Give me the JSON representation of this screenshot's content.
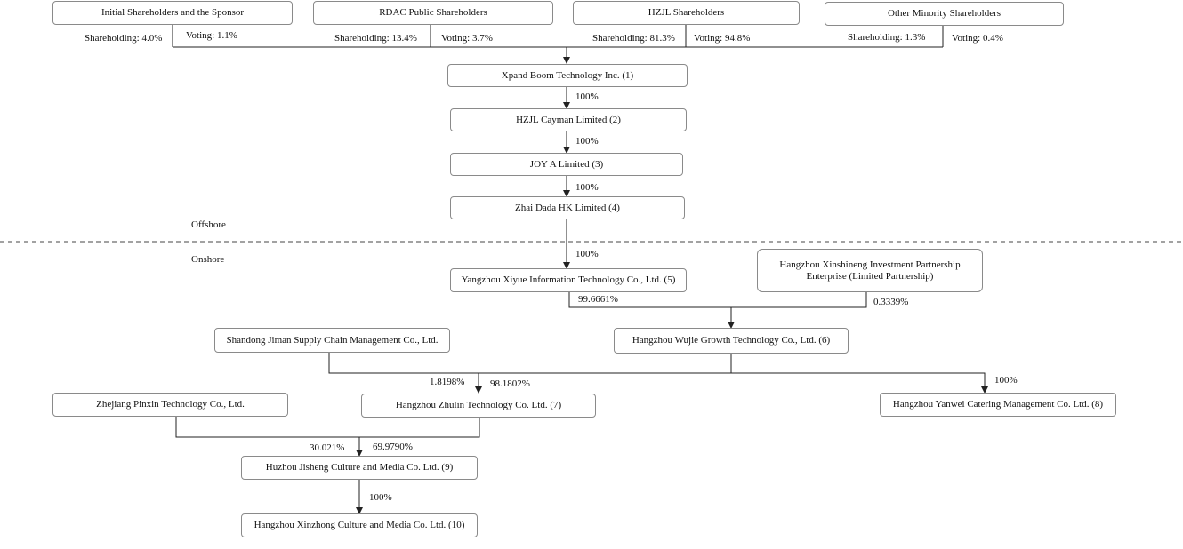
{
  "shareholders": {
    "initial": {
      "name": "Initial Shareholders and the Sponsor",
      "shareholding": "Shareholding: 4.0%",
      "voting": "Voting: 1.1%"
    },
    "rdac": {
      "name": "RDAC Public Shareholders",
      "shareholding": "Shareholding: 13.4%",
      "voting": "Voting: 3.7%"
    },
    "hzjl": {
      "name": "HZJL Shareholders",
      "shareholding": "Shareholding: 81.3%",
      "voting": "Voting: 94.8%"
    },
    "other": {
      "name": "Other Minority Shareholders",
      "shareholding": "Shareholding: 1.3%",
      "voting": "Voting: 0.4%"
    }
  },
  "entities": {
    "xpand": "Xpand Boom Technology Inc. (1)",
    "hzjl_cayman": "HZJL Cayman Limited (2)",
    "joy_a": "JOY A Limited (3)",
    "zhai_dada": "Zhai Dada HK Limited (4)",
    "yangzhou": "Yangzhou Xiyue Information Technology Co., Ltd. (5)",
    "xinshineng": "Hangzhou Xinshineng Investment Partnership Enterprise (Limited Partnership)",
    "wujie": "Hangzhou Wujie Growth Technology Co., Ltd. (6)",
    "shandong": "Shandong Jiman Supply Chain Management Co., Ltd.",
    "zhulin": "Hangzhou Zhulin Technology Co. Ltd. (7)",
    "yanwei": "Hangzhou Yanwei Catering Management Co. Ltd. (8)",
    "pinxin": "Zhejiang Pinxin Technology Co., Ltd.",
    "jisheng": "Huzhou Jisheng Culture and Media Co. Ltd. (9)",
    "xinzhong": "Hangzhou Xinzhong Culture and Media Co. Ltd. (10)"
  },
  "percentages": {
    "xpand_to_cayman": "100%",
    "cayman_to_joy": "100%",
    "joy_to_zhai": "100%",
    "zhai_to_yangzhou": "100%",
    "yangzhou_to_wujie": "99.6661%",
    "xinshineng_to_wujie": "0.3339%",
    "shandong_to_zhulin": "1.8198%",
    "wujie_to_zhulin": "98.1802%",
    "wujie_to_yanwei": "100%",
    "pinxin_to_jisheng": "30.021%",
    "zhulin_to_jisheng": "69.9790%",
    "jisheng_to_xinzhong": "100%"
  },
  "divider": {
    "offshore": "Offshore",
    "onshore": "Onshore"
  },
  "colors": {
    "line": "#222222",
    "box_border": "#8a8a8a",
    "background": "#ffffff"
  }
}
